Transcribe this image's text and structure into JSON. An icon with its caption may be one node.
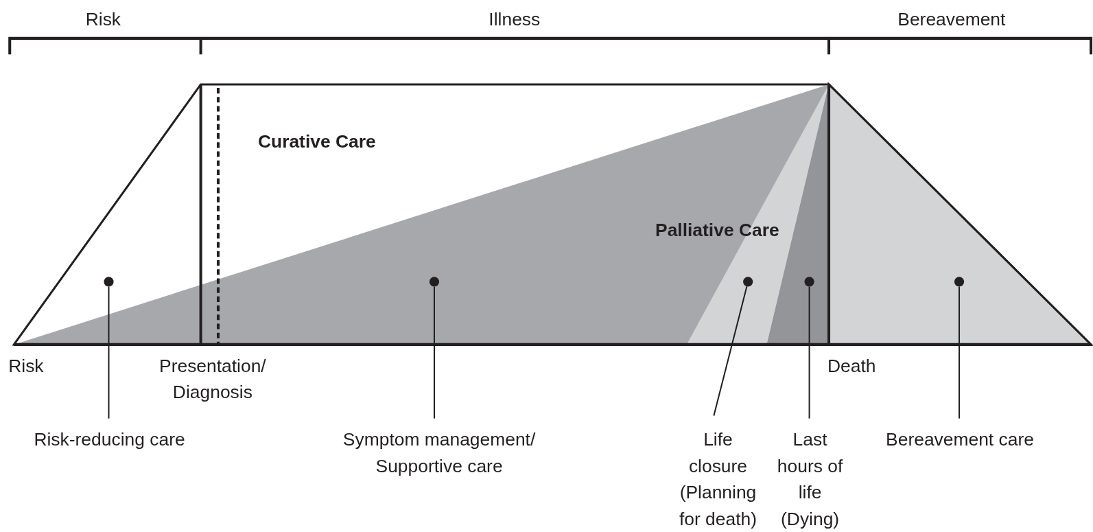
{
  "diagram": {
    "nodes": [
      {
        "text": [],
        "shape": "circle"
      },
      {
        "text": [],
        "shape": "circle"
      },
      {
        "text": [],
        "shape": "circle"
      },
      {
        "text": [],
        "shape": "circle"
      },
      {
        "text": [],
        "shape": "circle"
      },
      {
        "text": [
          "Risk-reducing care"
        ]
      },
      {
        "text": [
          "Symptom management/ Supportive care"
        ]
      },
      {
        "text": [
          "Life closure (Planning for death)"
        ]
      },
      {
        "text": [
          "Last hours of life (Dying)"
        ]
      },
      {
        "text": [
          "Bereavement care"
        ]
      }
    ],
    "edges": [
      {
        "from": 5,
        "to": 0,
        "arrow": "none"
      },
      {
        "from": 6,
        "to": 1,
        "arrow": "none"
      },
      {
        "from": 7,
        "to": 2,
        "arrow": "none"
      },
      {
        "from": 8,
        "to": 3,
        "arrow": "none"
      },
      {
        "from": 9,
        "to": 4,
        "arrow": "none"
      }
    ],
    "labels": [
      "Risk",
      "Illness",
      "Bereavement",
      "Curative Care",
      "Palliative Care",
      "Risk",
      "Presentation/ Diagnosis",
      "Death"
    ]
  }
}
